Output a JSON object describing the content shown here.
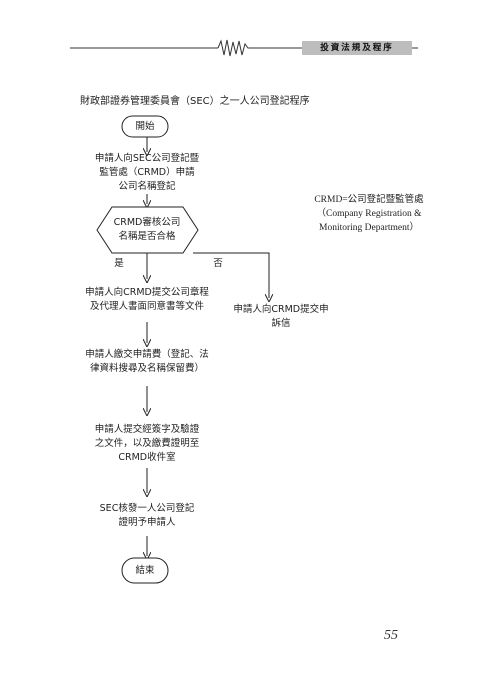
{
  "header": {
    "section_title": "投資法規及程序"
  },
  "document": {
    "title": "財政部證券管理委員會（SEC）之一人公司登記程序"
  },
  "flowchart": {
    "start": "開始",
    "step1": [
      "申請人向SEC公司登記暨",
      "監管處（CRMD）申請",
      "公司名稱登記"
    ],
    "decision": [
      "CRMD審核公司",
      "名稱是否合格"
    ],
    "yes_label": "是",
    "no_label": "否",
    "appeal": [
      "申請人向CRMD提交申",
      "訴信"
    ],
    "step2": [
      "申請人向CRMD提交公司章程",
      "及代理人書面同意書等文件"
    ],
    "step3": [
      "申請人繳交申請費（登記、法",
      "律資料搜尋及名稱保留費）"
    ],
    "step4": [
      "申請人提交經簽字及驗證",
      "之文件，以及繳費證明至",
      "CRMD收件室"
    ],
    "step5": [
      "SEC核發一人公司登記",
      "證明予申請人"
    ],
    "end": "結束"
  },
  "note": [
    "CRMD=公司登記暨監管處",
    "（Company Registration &",
    "Monitoring Department）"
  ],
  "page_number": "55"
}
